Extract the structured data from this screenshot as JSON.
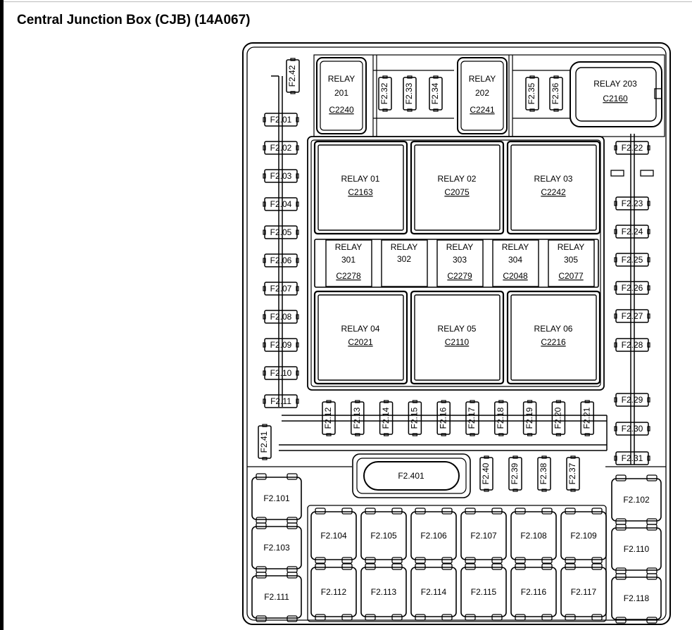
{
  "title": "Central Junction Box (CJB) (14A067)",
  "colors": {
    "line": "#000000",
    "background": "#ffffff"
  },
  "top_relays": [
    {
      "id": "r201",
      "lines": [
        "RELAY",
        "201"
      ],
      "connector": "C2240"
    },
    {
      "id": "r202",
      "lines": [
        "RELAY",
        "202"
      ],
      "connector": "C2241"
    },
    {
      "id": "r203",
      "lines": [
        "RELAY 203"
      ],
      "connector": "C2160"
    }
  ],
  "main_relays": [
    {
      "id": "r01",
      "label": "RELAY 01",
      "connector": "C2163"
    },
    {
      "id": "r02",
      "label": "RELAY 02",
      "connector": "C2075"
    },
    {
      "id": "r03",
      "label": "RELAY 03",
      "connector": "C2242"
    },
    {
      "id": "r04",
      "label": "RELAY 04",
      "connector": "C2021"
    },
    {
      "id": "r05",
      "label": "RELAY 05",
      "connector": "C2110"
    },
    {
      "id": "r06",
      "label": "RELAY 06",
      "connector": "C2216"
    }
  ],
  "mini_relays": [
    {
      "id": "r301",
      "lines": [
        "RELAY",
        "301"
      ],
      "connector": "C2278"
    },
    {
      "id": "r302",
      "lines": [
        "RELAY",
        "302"
      ],
      "connector": ""
    },
    {
      "id": "r303",
      "lines": [
        "RELAY",
        "303"
      ],
      "connector": "C2279"
    },
    {
      "id": "r304",
      "lines": [
        "RELAY",
        "304"
      ],
      "connector": "C2048"
    },
    {
      "id": "r305",
      "lines": [
        "RELAY",
        "305"
      ],
      "connector": "C2077"
    }
  ],
  "left_fuses": [
    "F2.01",
    "F2.02",
    "F2.03",
    "F2.04",
    "F2.05",
    "F2.06",
    "F2.07",
    "F2.08",
    "F2.09",
    "F2.10",
    "F2.11"
  ],
  "right_fuses": [
    "F2.22",
    "F2.23",
    "F2.24",
    "F2.25",
    "F2.26",
    "F2.27",
    "F2.28",
    "F2.29",
    "F2.30",
    "F2.31"
  ],
  "top_fuses": [
    "F2.32",
    "F2.33",
    "F2.34",
    "F2.35",
    "F2.36"
  ],
  "bottom_row_fuses": [
    "F2.12",
    "F2.13",
    "F2.14",
    "F2.15",
    "F2.16",
    "F2.17",
    "F2.18",
    "F2.19",
    "F2.20",
    "F2.21"
  ],
  "small_fuses_low": [
    "F2.40",
    "F2.39",
    "F2.38",
    "F2.37"
  ],
  "special_fuses": [
    "F2.42",
    "F2.41"
  ],
  "cartridge_fuse": "F2.401",
  "maxi_fuses": {
    "left": [
      "F2.101",
      "F2.103",
      "F2.111"
    ],
    "right": [
      "F2.102",
      "F2.110",
      "F2.118"
    ],
    "row1": [
      "F2.104",
      "F2.105",
      "F2.106",
      "F2.107",
      "F2.108",
      "F2.109"
    ],
    "row2": [
      "F2.112",
      "F2.113",
      "F2.114",
      "F2.115",
      "F2.116",
      "F2.117"
    ]
  }
}
